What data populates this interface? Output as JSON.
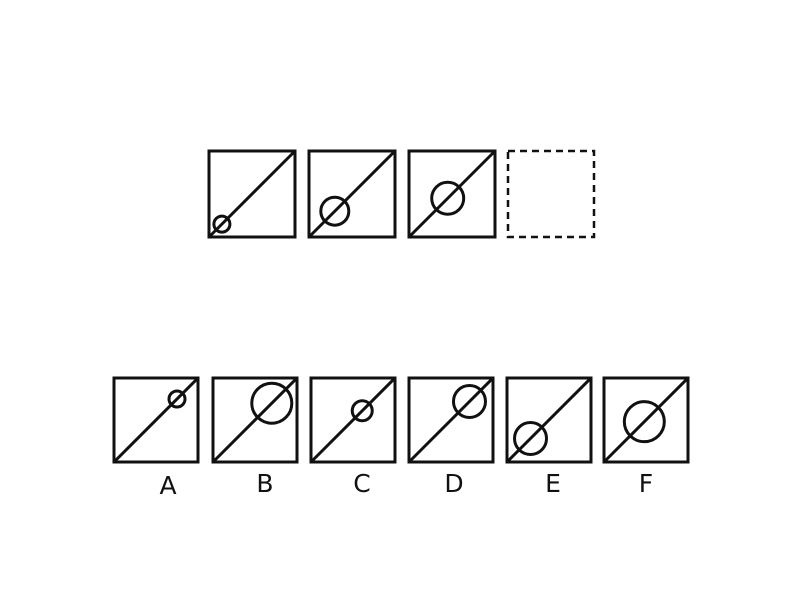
{
  "colors": {
    "stroke": "#111111",
    "background": "#ffffff"
  },
  "sequence": [
    {
      "circle": "small",
      "along_diagonal": 0.15
    },
    {
      "circle": "medium",
      "along_diagonal": 0.3
    },
    {
      "circle": "medium-large",
      "along_diagonal": 0.45
    },
    {
      "missing": true
    }
  ],
  "options": [
    {
      "label": "A",
      "circle": "small",
      "along_diagonal": 0.75
    },
    {
      "label": "B",
      "circle": "large",
      "along_diagonal": 0.7
    },
    {
      "label": "C",
      "circle": "small-medium",
      "along_diagonal": 0.61
    },
    {
      "label": "D",
      "circle": "medium-large",
      "along_diagonal": 0.72
    },
    {
      "label": "E",
      "circle": "medium-large",
      "along_diagonal": 0.28
    },
    {
      "label": "F",
      "circle": "large",
      "along_diagonal": 0.48
    }
  ]
}
